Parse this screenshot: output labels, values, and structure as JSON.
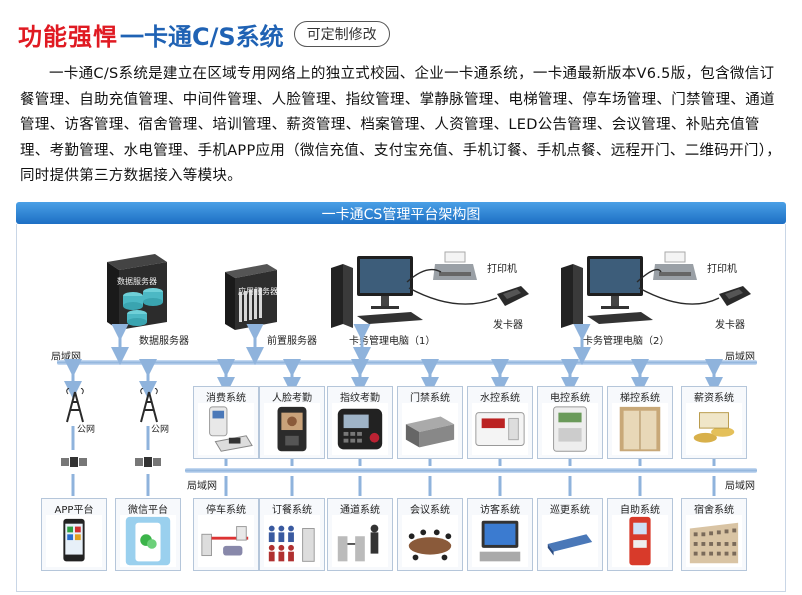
{
  "header": {
    "title_red": "功能强悍",
    "title_blue": "一卡通C/S系统",
    "badge": "可定制修改"
  },
  "intro": "一卡通C/S系统是建立在区域专用网络上的独立式校园、企业一卡通系统，一卡通最新版本V6.5版，包含微信订餐管理、自助充值管理、中间件管理、人脸管理、指纹管理、掌静脉管理、电梯管理、停车场管理、门禁管理、通道管理、访客管理、宿舍管理、培训管理、薪资管理、档案管理、人资管理、LED公告管理、会议管理、补贴充值管理、考勤管理、水电管理、手机APP应用（微信充值、支付宝充值、手机订餐、手机点餐、远程开门、二维码开门），同时提供第三方数据接入等模块。",
  "diagram": {
    "title": "一卡通CS管理平台架构图",
    "servers": {
      "data_server_tag": "数据服务器",
      "data_server": "数据服务器",
      "app_server_tag": "应用服务器",
      "front_server": "前置服务器",
      "pc1": "卡务管理电脑（1）",
      "pc2": "卡务管理电脑（2）",
      "printer1": "打印机",
      "printer2": "打印机",
      "issuer1": "发卡器",
      "issuer2": "发卡器"
    },
    "lan_labels": [
      "局域网",
      "局域网",
      "局域网",
      "局域网"
    ],
    "public_net": [
      "公网",
      "公网"
    ],
    "row1_modules": [
      "消费系统",
      "人脸考勤",
      "指纹考勤",
      "门禁系统",
      "水控系统",
      "电控系统",
      "梯控系统",
      "薪资系统"
    ],
    "row2_modules": [
      "APP平台",
      "微信平台",
      "停车系统",
      "订餐系统",
      "通道系统",
      "会议系统",
      "访客系统",
      "巡更系统",
      "自助系统",
      "宿舍系统"
    ]
  }
}
